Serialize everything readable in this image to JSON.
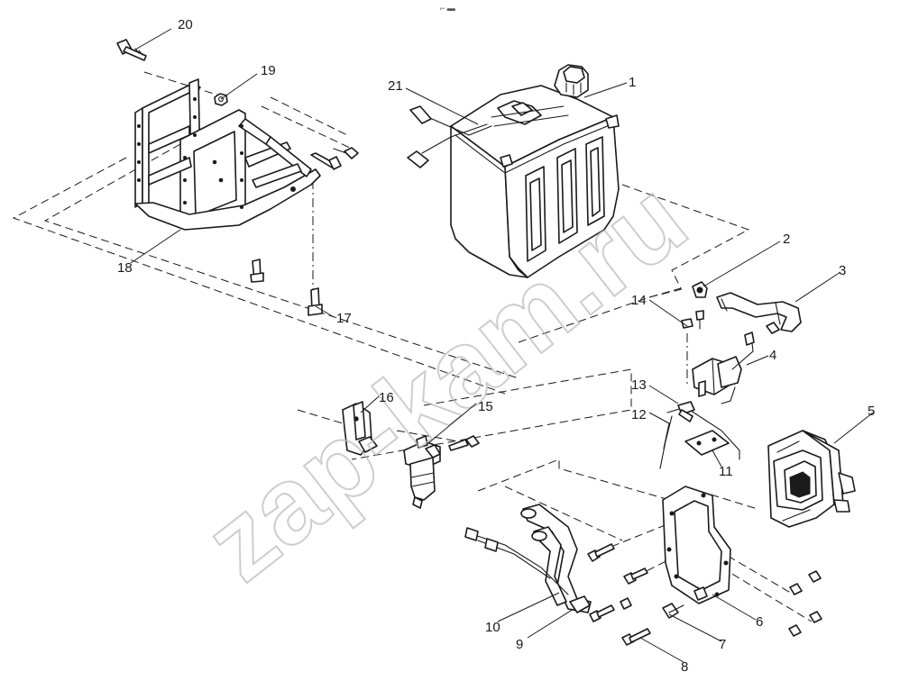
{
  "watermark": "zap-kam.ru",
  "top_mark": "⌐ ▬",
  "callouts": [
    "1",
    "2",
    "3",
    "4",
    "5",
    "6",
    "7",
    "8",
    "9",
    "10",
    "11",
    "12",
    "13",
    "14",
    "15",
    "16",
    "17",
    "18",
    "19",
    "20",
    "21"
  ]
}
